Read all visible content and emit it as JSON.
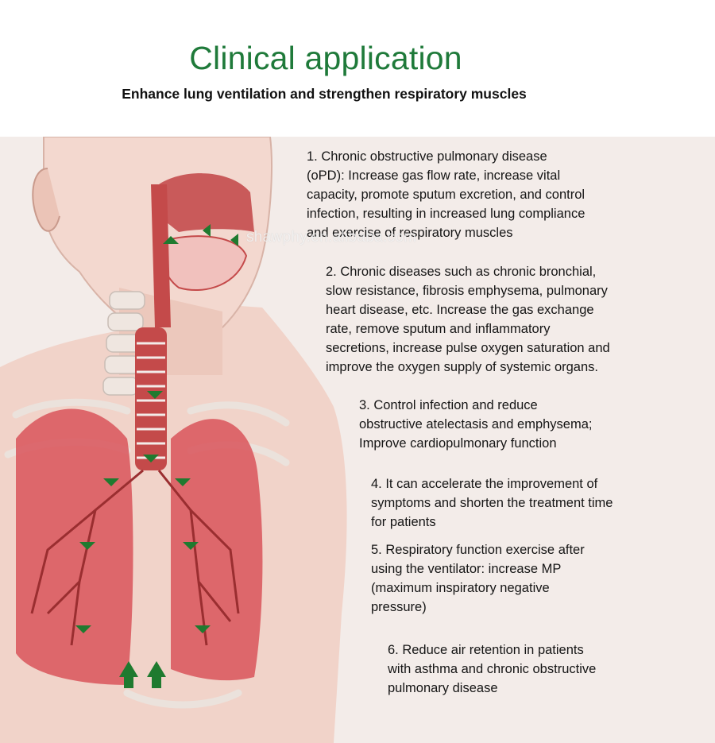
{
  "title": "Clinical application",
  "subtitle": "Enhance lung ventilation and strengthen respiratory muscles",
  "watermark": "shawphy.en.alibaba.com",
  "items": [
    "1. Chronic obstructive pulmonary disease\n(oPD): Increase gas flow rate, increase vital\ncapacity, promote sputum excretion, and control\ninfection, resulting in increased lung compliance\nand exercise of respiratory muscles",
    "2. Chronic diseases such as chronic bronchial,\nslow resistance, fibrosis emphysema, pulmonary\nheart disease, etc. Increase the gas exchange\nrate, remove sputum and inflammatory\nsecretions, increase pulse oxygen saturation and\nimprove the oxygen supply of systemic organs.",
    "3. Control infection and reduce\nobstructive atelectasis and emphysema;\nImprove cardiopulmonary function",
    "4. It can accelerate the improvement of\nsymptoms and shorten the treatment time\nfor patients",
    "5. Respiratory function exercise after\nusing the ventilator: increase MP\n(maximum inspiratory negative\npressure)",
    "6. Reduce air retention in patients\nwith asthma and chronic obstructive\npulmonary disease"
  ],
  "colors": {
    "title": "#1f7a3a",
    "panel": "#f3ece9",
    "skin": "#f1d3c9",
    "lung": "#d9545a",
    "airway": "#c44a4a",
    "arrow": "#1f7a2f"
  }
}
